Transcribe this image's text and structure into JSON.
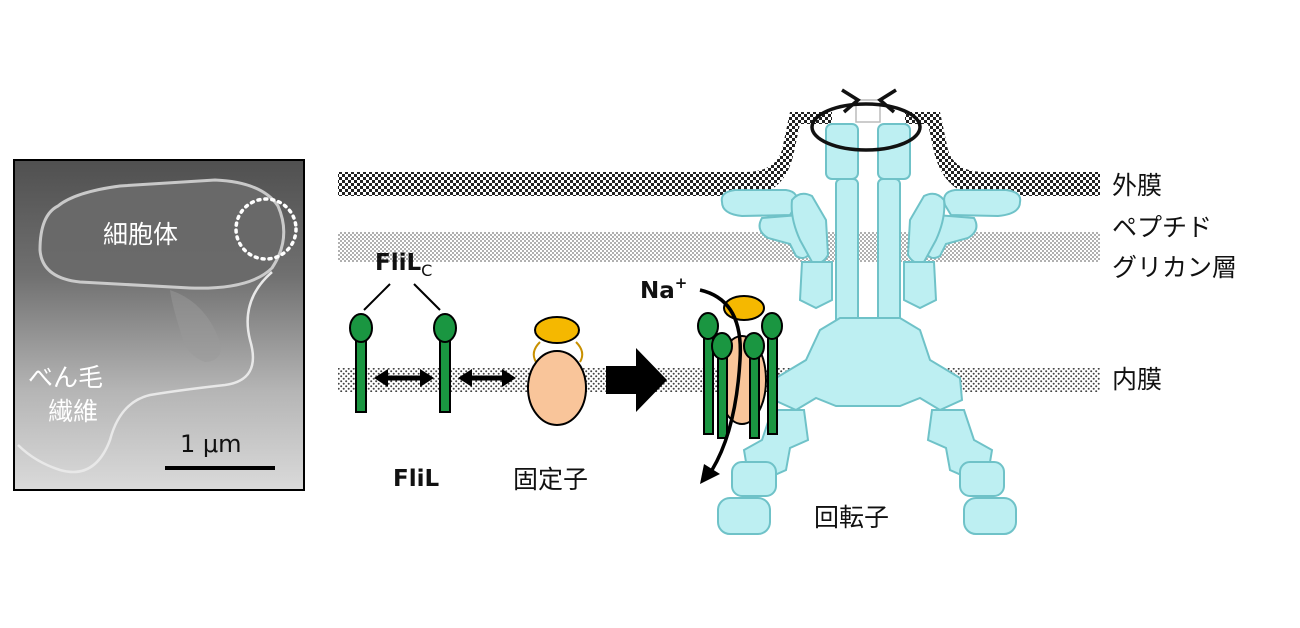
{
  "micrograph": {
    "cell_body_label": "細胞体",
    "flagellum_label_line1": "べん毛",
    "flagellum_label_line2": "繊維",
    "scale_bar_label": "1 μm"
  },
  "membranes": {
    "outer_membrane": "外膜",
    "peptidoglycan_line1": "ペプチド",
    "peptidoglycan_line2": "グリカン層",
    "inner_membrane": "内膜"
  },
  "components": {
    "flil_c_main": "FliL",
    "flil_c_sub": "C",
    "flil": "FliL",
    "stator": "固定子",
    "rotor": "回転子",
    "ion_main": "Na",
    "ion_sup": "+"
  },
  "colors": {
    "flil_green": "#1a9641",
    "stator_orange": "#f5b800",
    "stator_peach": "#f9c59a",
    "rotor_cyan": "#bdeff2",
    "rotor_outline": "#6fc2c8",
    "membrane_dots": "#333333"
  }
}
